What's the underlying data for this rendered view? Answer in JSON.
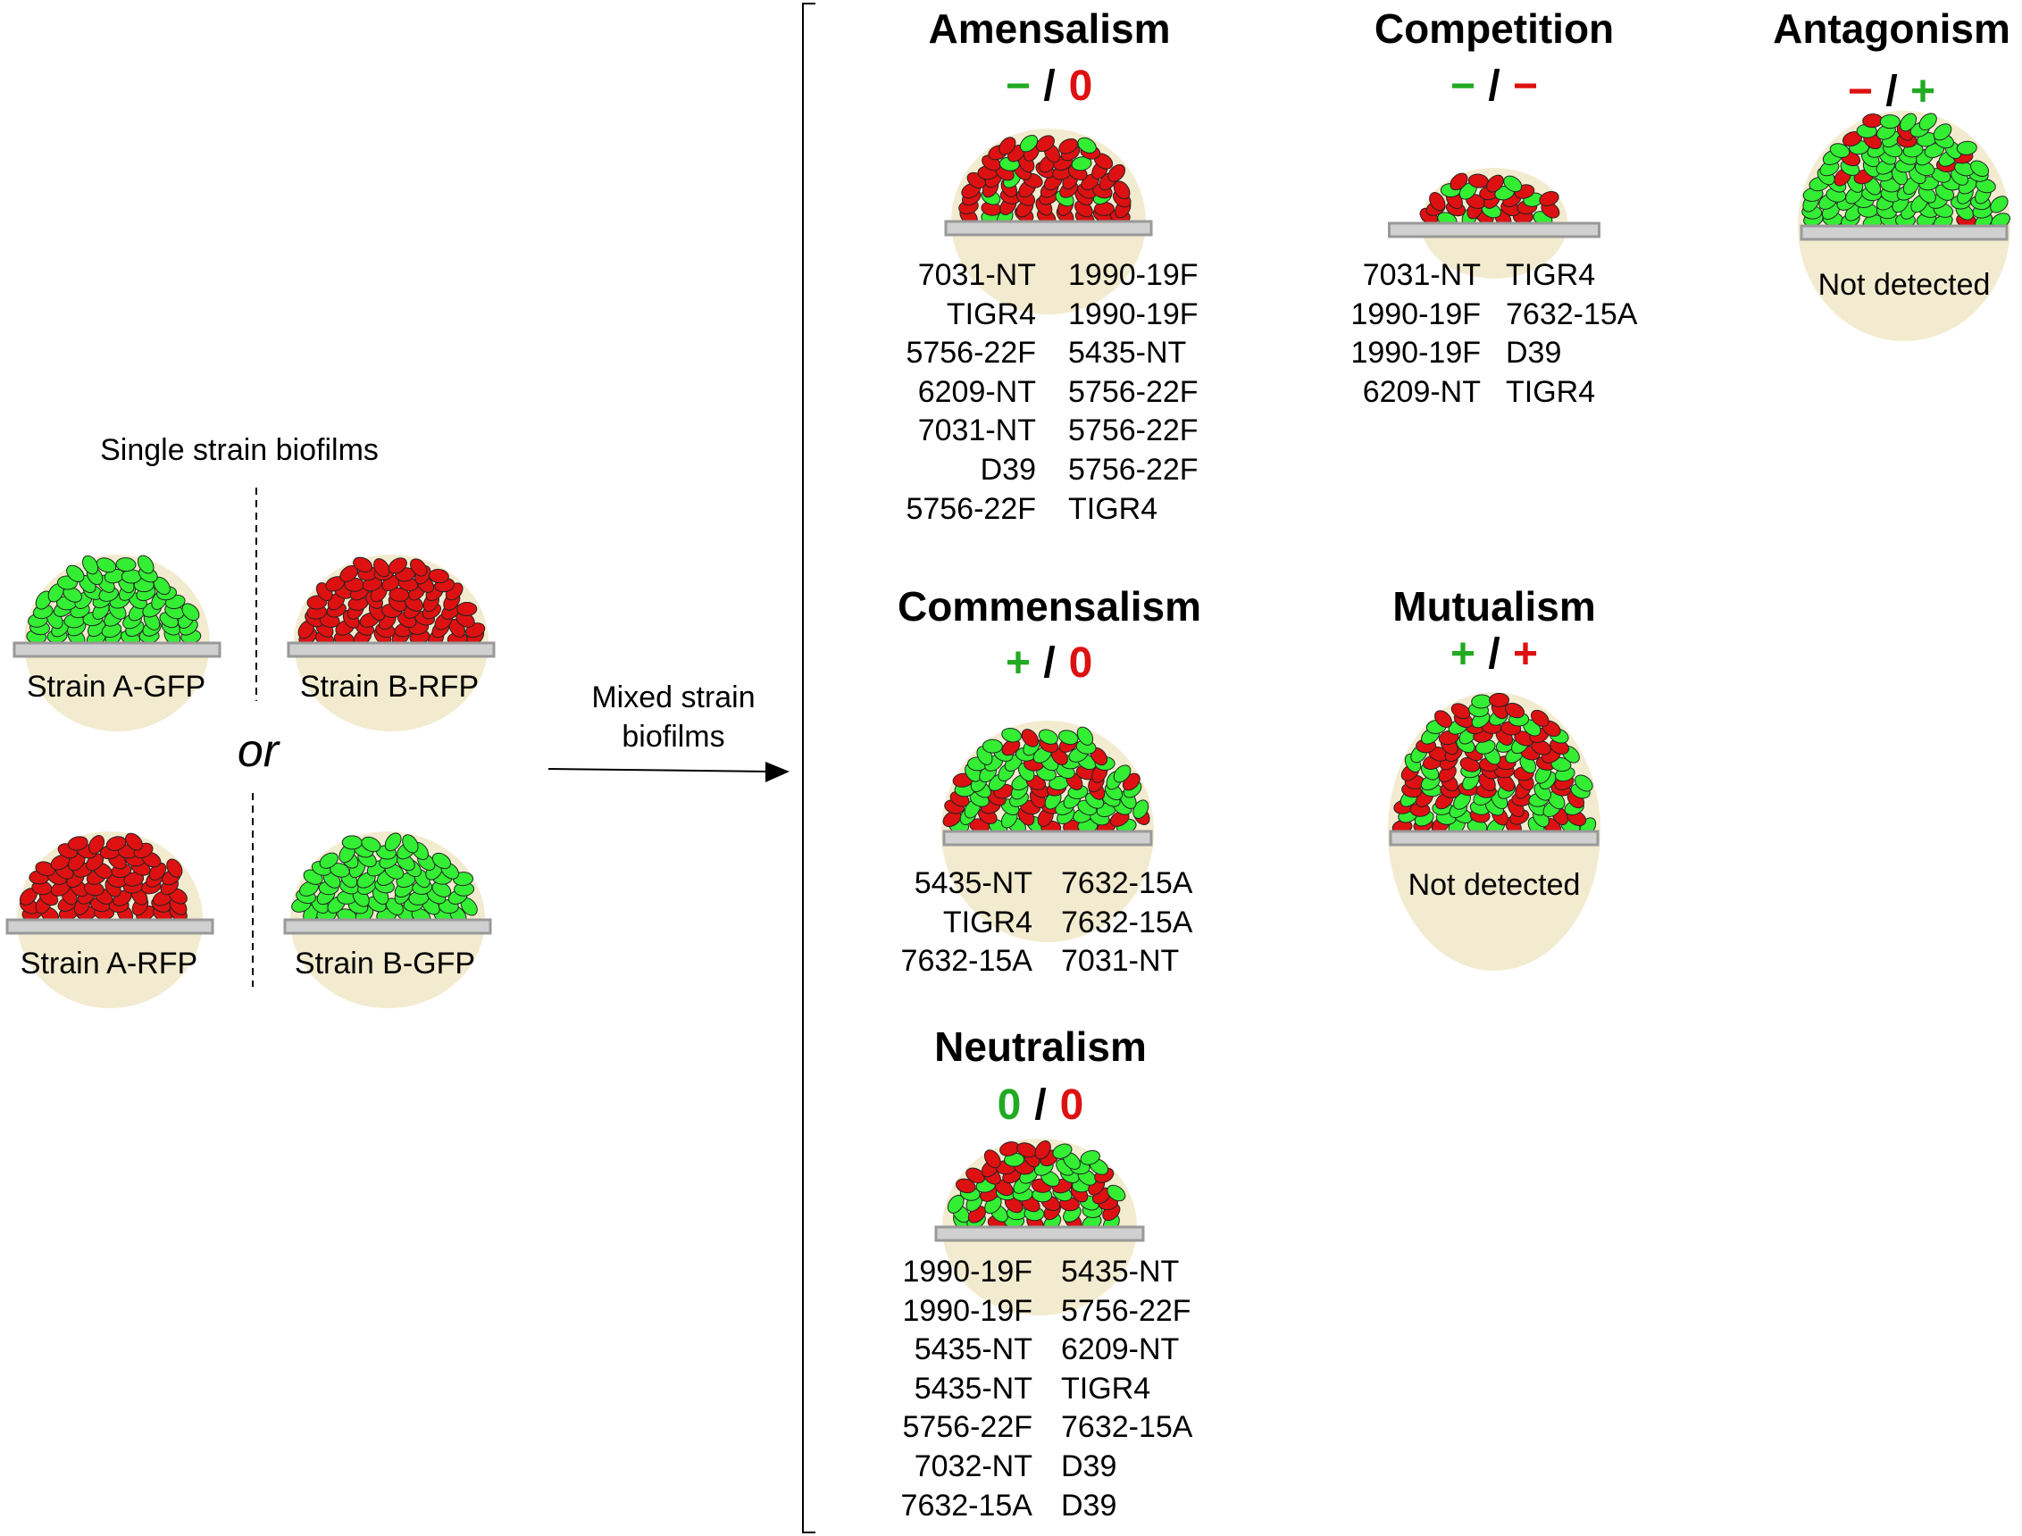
{
  "colors": {
    "green": "#22aa22",
    "red": "#dd1111",
    "cell_green": "#33ee33",
    "cell_red": "#dd1111",
    "cell_outline": "#222222",
    "substrate_fill": "#d0d0d0",
    "substrate_stroke": "#999999",
    "halo": "#f3ebcf"
  },
  "left_panel": {
    "title": "Single strain biofilms",
    "or_label": "or",
    "labels": [
      "Strain A-GFP",
      "Strain B-RFP",
      "Strain A-RFP",
      "Strain B-GFP"
    ],
    "arrow_label": [
      "Mixed strain",
      "biofilms"
    ]
  },
  "sections": [
    {
      "name": "Amensalism",
      "effect": [
        {
          "sym": "−",
          "color": "green"
        },
        {
          "sym": "/",
          "color": "black"
        },
        {
          "sym": "0",
          "color": "red"
        }
      ],
      "pairs": [
        [
          "7031-NT",
          "1990-19F"
        ],
        [
          "TIGR4",
          "1990-19F"
        ],
        [
          "5756-22F",
          "5435-NT"
        ],
        [
          "6209-NT",
          "5756-22F"
        ],
        [
          "7031-NT",
          "5756-22F"
        ],
        [
          "D39",
          "5756-22F"
        ],
        [
          "5756-22F",
          "TIGR4"
        ]
      ],
      "note": ""
    },
    {
      "name": "Competition",
      "effect": [
        {
          "sym": "−",
          "color": "green"
        },
        {
          "sym": "/",
          "color": "black"
        },
        {
          "sym": "−",
          "color": "red"
        }
      ],
      "pairs": [
        [
          "7031-NT",
          "TIGR4"
        ],
        [
          "1990-19F",
          "7632-15A"
        ],
        [
          "1990-19F",
          "D39"
        ],
        [
          "6209-NT",
          "TIGR4"
        ]
      ],
      "note": ""
    },
    {
      "name": "Antagonism",
      "effect": [
        {
          "sym": "−",
          "color": "red"
        },
        {
          "sym": "/",
          "color": "black"
        },
        {
          "sym": "+",
          "color": "green"
        }
      ],
      "pairs": [],
      "note": "Not detected"
    },
    {
      "name": "Commensalism",
      "effect": [
        {
          "sym": "+",
          "color": "green"
        },
        {
          "sym": "/",
          "color": "black"
        },
        {
          "sym": "0",
          "color": "red"
        }
      ],
      "pairs": [
        [
          "5435-NT",
          "7632-15A"
        ],
        [
          "TIGR4",
          "7632-15A"
        ],
        [
          "7632-15A",
          "7031-NT"
        ]
      ],
      "note": ""
    },
    {
      "name": "Mutualism",
      "effect": [
        {
          "sym": "+",
          "color": "green"
        },
        {
          "sym": "/",
          "color": "black"
        },
        {
          "sym": "+",
          "color": "red"
        }
      ],
      "pairs": [],
      "note": "Not detected"
    },
    {
      "name": "Neutralism",
      "effect": [
        {
          "sym": "0",
          "color": "green"
        },
        {
          "sym": "/",
          "color": "black"
        },
        {
          "sym": "0",
          "color": "red"
        }
      ],
      "pairs": [
        [
          "1990-19F",
          "5435-NT"
        ],
        [
          "1990-19F",
          "5756-22F"
        ],
        [
          "5435-NT",
          "6209-NT"
        ],
        [
          "5435-NT",
          "TIGR4"
        ],
        [
          "5756-22F",
          "7632-15A"
        ],
        [
          "7032-NT",
          "D39"
        ],
        [
          "7632-15A",
          "D39"
        ]
      ],
      "note": ""
    }
  ]
}
